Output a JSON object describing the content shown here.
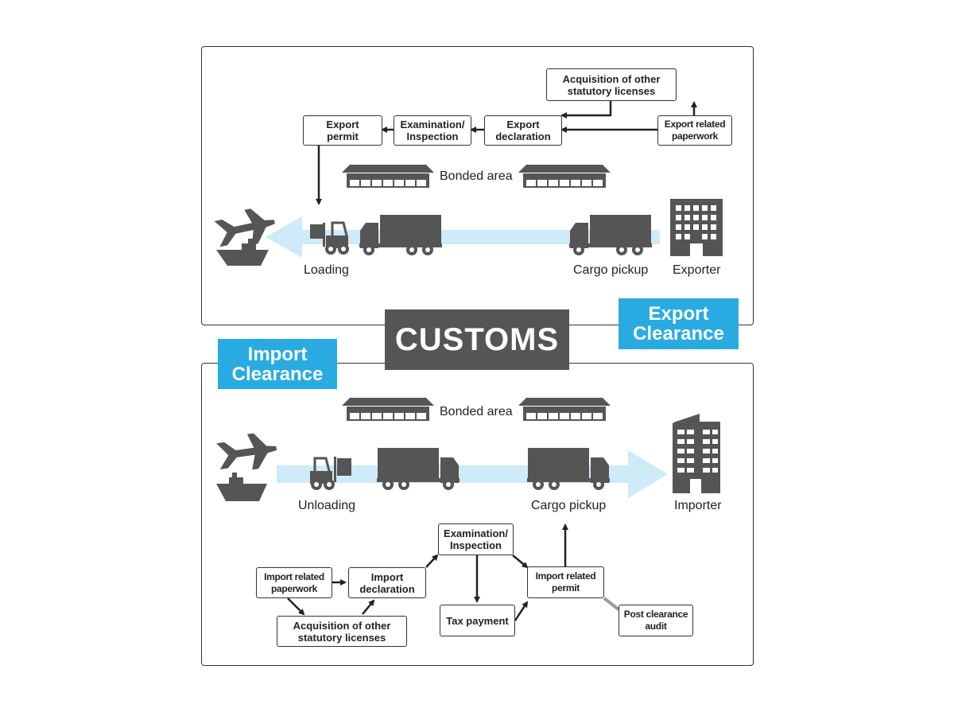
{
  "customs": "CUSTOMS",
  "export": {
    "tag": "Export\nClearance",
    "boxes": {
      "acquisition": "Acquisition of other\nstatutory licenses",
      "paperwork": "Export related\npaperwork",
      "declaration": "Export\ndeclaration",
      "examination": "Examination/\nInspection",
      "permit": "Export\npermit"
    },
    "bonded_area": "Bonded area",
    "loading": "Loading",
    "cargo_pickup": "Cargo pickup",
    "exporter": "Exporter"
  },
  "import": {
    "tag": "Import\nClearance",
    "bonded_area": "Bonded area",
    "unloading": "Unloading",
    "cargo_pickup": "Cargo pickup",
    "importer": "Importer",
    "boxes": {
      "paperwork": "Import related\npaperwork",
      "declaration": "Import\ndeclaration",
      "acquisition": "Acquisition of other\nstatutory licenses",
      "examination": "Examination/\nInspection",
      "tax": "Tax payment",
      "permit": "Import related\npermit",
      "audit": "Post clearance\naudit"
    }
  },
  "colors": {
    "accent": "#29abe2",
    "flow": "#cfeaf8",
    "icon": "#555555",
    "customs_bg": "#555555"
  }
}
